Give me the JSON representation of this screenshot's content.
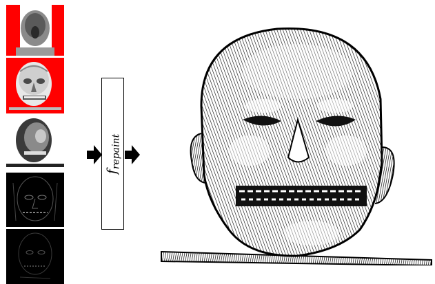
{
  "function_label": {
    "symbol": "f",
    "subscript": "repaint"
  },
  "input_panels": [
    {
      "name": "depth-map-panel",
      "background": "#ff0000"
    },
    {
      "name": "normal-shading-panel",
      "background": "#ff0000"
    },
    {
      "name": "diffuse-shading-panel",
      "background": "#ffffff"
    },
    {
      "name": "edge-map-panel",
      "background": "#000000"
    },
    {
      "name": "fine-edge-map-panel",
      "background": "#000000"
    }
  ],
  "colors": {
    "accent_red": "#ff0000",
    "ink": "#000000",
    "paper": "#ffffff"
  }
}
